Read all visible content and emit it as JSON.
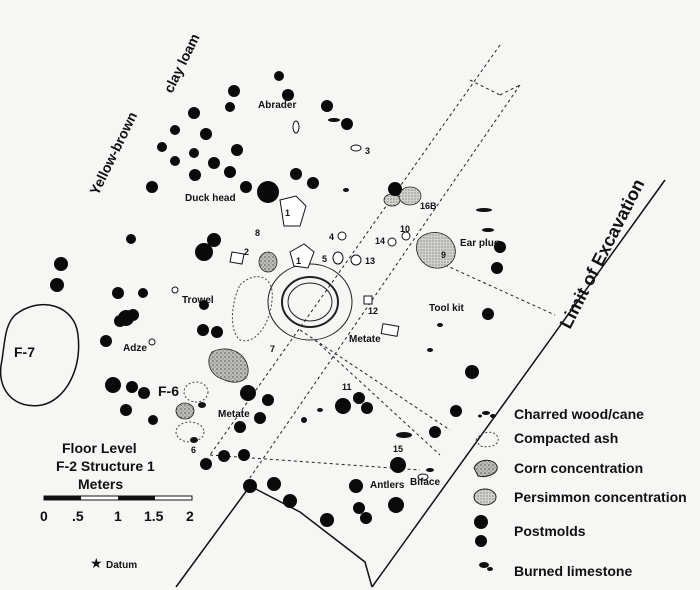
{
  "map": {
    "soil_label_1": "clay loam",
    "soil_label_2": "Yellow-brown",
    "excavation_limit": "Limit of Excavation",
    "feature_f7": "F-7",
    "feature_f6": "F-6",
    "artifacts": {
      "abrader": "Abrader",
      "duck_head": "Duck head",
      "trowel": "Trowel",
      "adze": "Adze",
      "metate_center": "Metate",
      "metate_left": "Metate",
      "tool_kit": "Tool kit",
      "ear_plug": "Ear plug",
      "antlers": "Antlers",
      "biface": "Biface"
    },
    "numbers": {
      "n3": "3",
      "n1a": "1",
      "n1b": "1",
      "n2": "2",
      "n4": "4",
      "n5": "5",
      "n6": "6",
      "n7": "7",
      "n8": "8",
      "n9": "9",
      "n10": "10",
      "n11": "11",
      "n12": "12",
      "n13": "13",
      "n14": "14",
      "n15": "15",
      "n16b": "16B"
    }
  },
  "title": {
    "line1": "Floor Level",
    "line2": "F-2 Structure 1",
    "line3": "Meters"
  },
  "scale": {
    "ticks": [
      "0",
      ".5",
      "1",
      "1.5",
      "2"
    ]
  },
  "datum": "Datum",
  "legend": {
    "items": [
      {
        "label": "Charred wood/cane",
        "symbol": "charred-wood-icon"
      },
      {
        "label": "Compacted ash",
        "symbol": "compacted-ash-icon"
      },
      {
        "label": "Corn concentration",
        "symbol": "corn-concentration-icon"
      },
      {
        "label": "Persimmon concentration",
        "symbol": "persimmon-concentration-icon"
      },
      {
        "label": "Postmolds",
        "symbol": "postmold-icon"
      },
      {
        "label": "Burned limestone",
        "symbol": "burned-limestone-icon"
      }
    ]
  }
}
